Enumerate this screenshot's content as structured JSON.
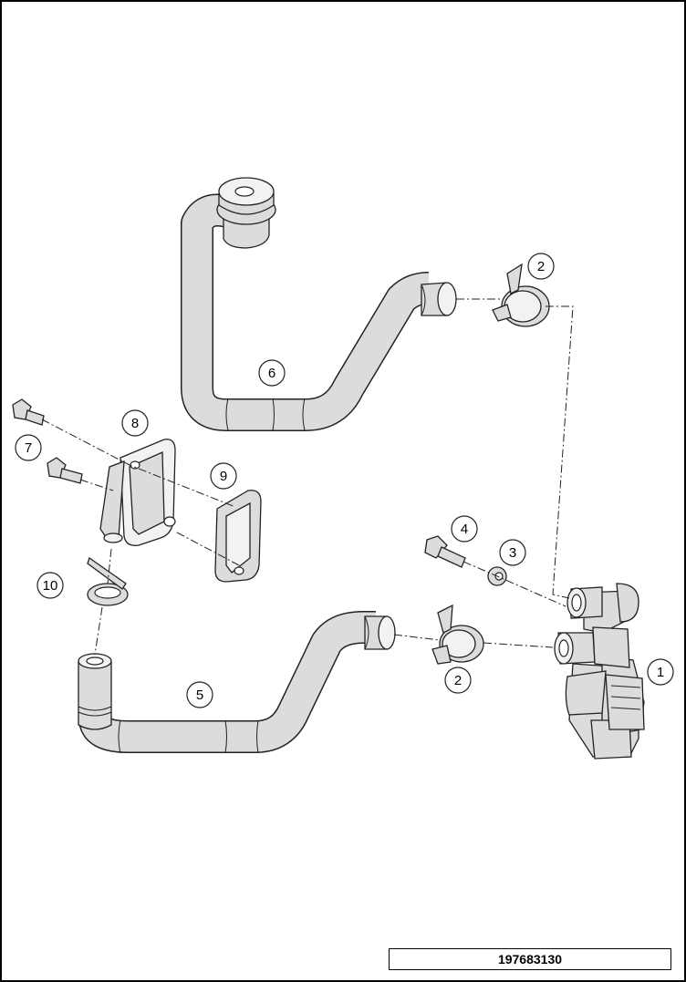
{
  "figure_number": "197683130",
  "callouts": [
    {
      "id": "c1",
      "label": "1"
    },
    {
      "id": "c2a",
      "label": "2"
    },
    {
      "id": "c2b",
      "label": "2"
    },
    {
      "id": "c3",
      "label": "3"
    },
    {
      "id": "c4",
      "label": "4"
    },
    {
      "id": "c5",
      "label": "5"
    },
    {
      "id": "c6",
      "label": "6"
    },
    {
      "id": "c7",
      "label": "7"
    },
    {
      "id": "c8",
      "label": "8"
    },
    {
      "id": "c9",
      "label": "9"
    },
    {
      "id": "c10",
      "label": "10"
    }
  ]
}
